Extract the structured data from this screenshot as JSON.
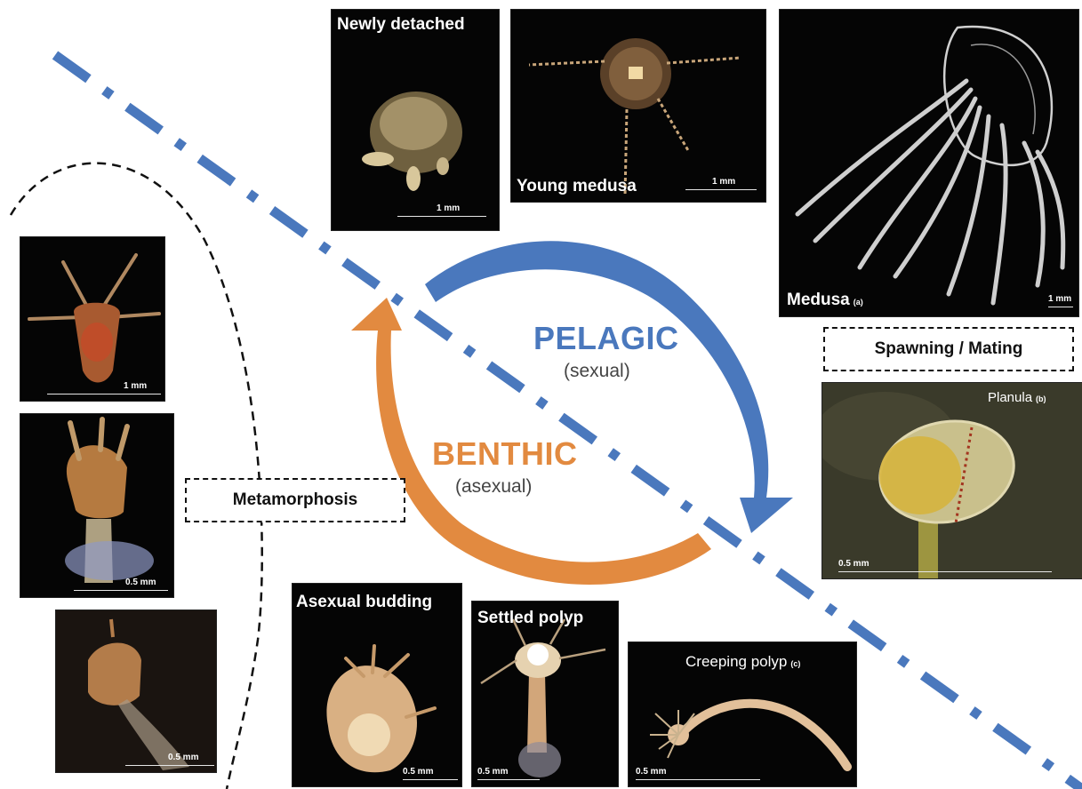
{
  "colors": {
    "pelagic": "#4a78bd",
    "benthic": "#e28a40",
    "dash_line": "#4a78bd"
  },
  "labels": {
    "newly_detached": "Newly detached",
    "young_medusa": "Young medusa",
    "medusa": "Medusa",
    "medusa_ref": "(a)",
    "spawning": "Spawning / Mating",
    "planula": "Planula",
    "planula_ref": "(b)",
    "metamorphosis": "Metamorphosis",
    "asexual_budding": "Asexual budding",
    "settled_polyp": "Settled polyp",
    "creeping_polyp": "Creeping polyp",
    "creeping_ref": "(c)",
    "pelagic": "PELAGIC",
    "pelagic_sub": "(sexual)",
    "benthic": "BENTHIC",
    "benthic_sub": "(asexual)"
  },
  "scales": {
    "newly_detached": "1 mm",
    "young_medusa": "1 mm",
    "medusa": "1 mm",
    "meta_1": "1 mm",
    "meta_2": "0.5 mm",
    "meta_3": "0.5 mm",
    "planula": "0.5 mm",
    "asexual_budding": "0.5 mm",
    "settled_polyp": "0.5 mm",
    "creeping_polyp": "0.5 mm"
  }
}
